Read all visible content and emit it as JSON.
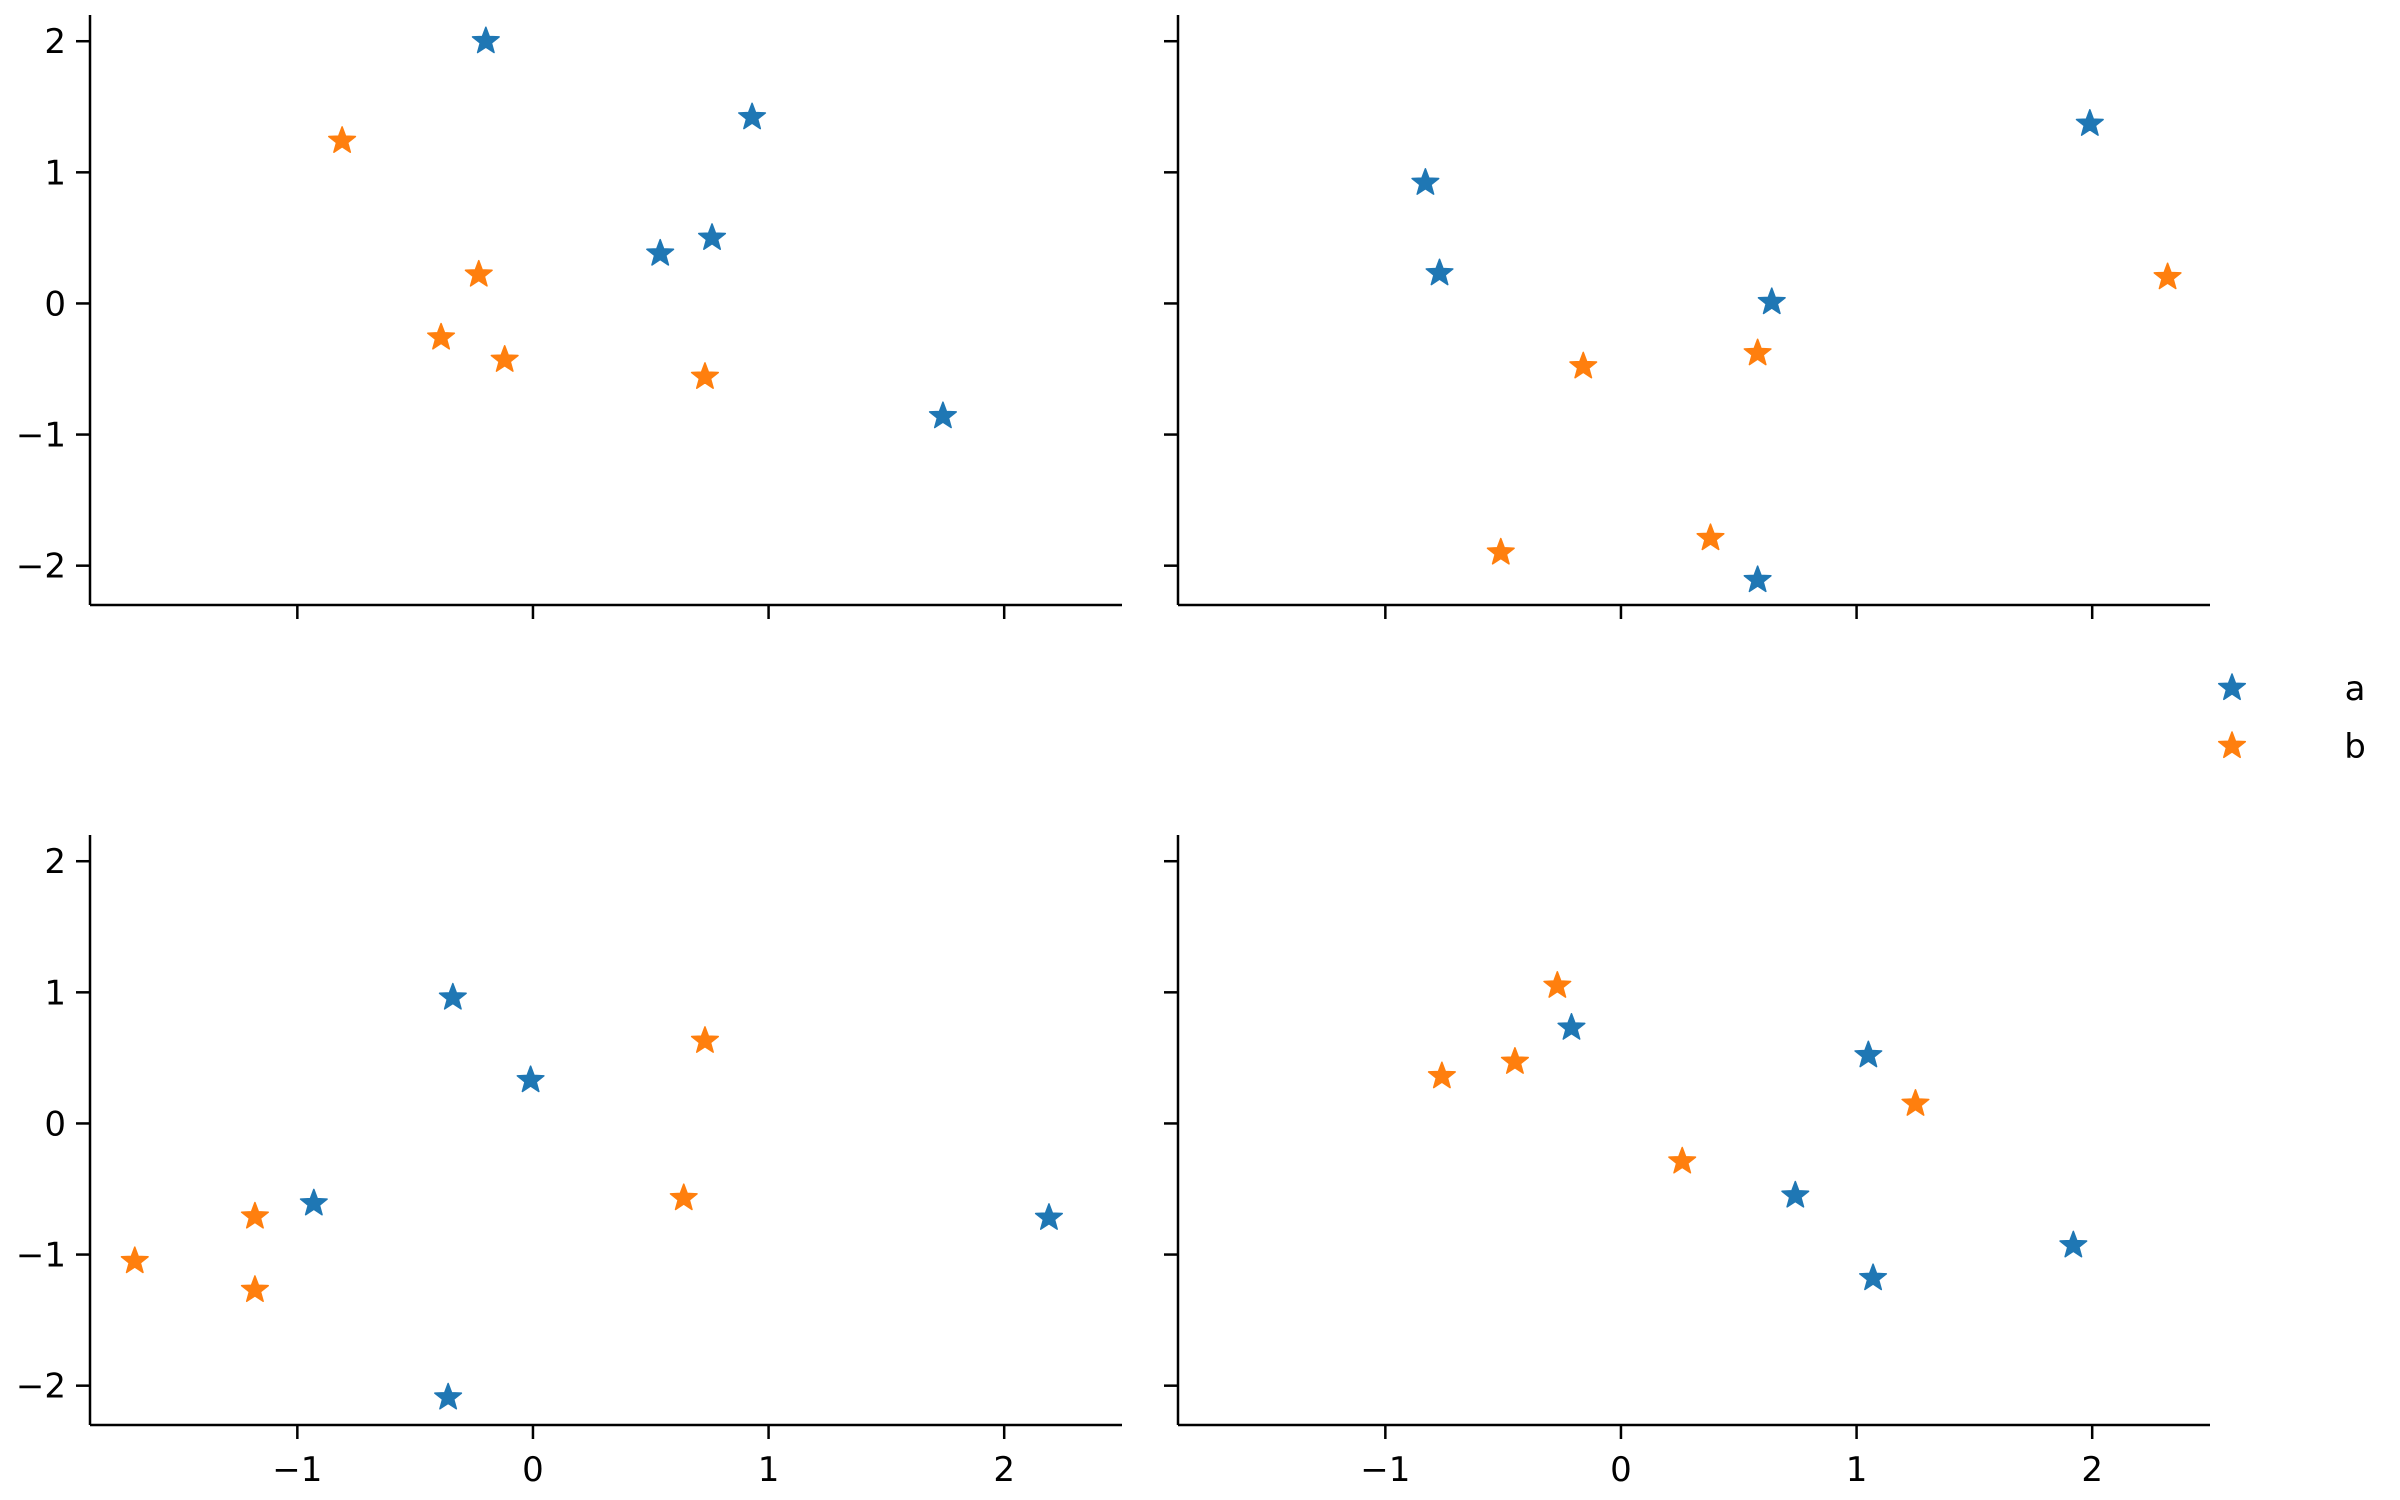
{
  "chart_data": {
    "type": "scatter",
    "layout": "2x2 subplots, shared x and y axes",
    "marker": "star",
    "xlim": [
      -1.88,
      2.5
    ],
    "ylim": [
      -2.3,
      2.2
    ],
    "xticks": [
      -1,
      0,
      1,
      2
    ],
    "xtick_labels": [
      "−1",
      "0",
      "1",
      "2"
    ],
    "yticks": [
      2,
      1,
      0,
      -1,
      -2
    ],
    "ytick_labels": [
      "2",
      "1",
      "0",
      "−1",
      "−2"
    ],
    "grid": false,
    "spines": "left and bottom only",
    "legend": {
      "placement": "right",
      "entries": [
        {
          "label": "a",
          "color": "#1f77b4"
        },
        {
          "label": "b",
          "color": "#ff7f0e"
        }
      ]
    },
    "subplots": [
      {
        "position": "top-left",
        "series": [
          {
            "name": "a",
            "color": "#1f77b4",
            "points": [
              [
                -0.2,
                2.0
              ],
              [
                0.93,
                1.42
              ],
              [
                0.76,
                0.5
              ],
              [
                0.54,
                0.38
              ],
              [
                1.74,
                -0.86
              ]
            ]
          },
          {
            "name": "b",
            "color": "#ff7f0e",
            "points": [
              [
                -0.81,
                1.24
              ],
              [
                -0.23,
                0.22
              ],
              [
                -0.39,
                -0.26
              ],
              [
                -0.12,
                -0.43
              ],
              [
                0.73,
                -0.56
              ]
            ]
          }
        ]
      },
      {
        "position": "top-right",
        "series": [
          {
            "name": "a",
            "color": "#1f77b4",
            "points": [
              [
                -0.83,
                0.92
              ],
              [
                -0.77,
                0.23
              ],
              [
                0.64,
                0.01
              ],
              [
                1.99,
                1.37
              ],
              [
                0.58,
                -2.11
              ]
            ]
          },
          {
            "name": "b",
            "color": "#ff7f0e",
            "points": [
              [
                -0.16,
                -0.48
              ],
              [
                0.58,
                -0.38
              ],
              [
                2.32,
                0.2
              ],
              [
                -0.51,
                -1.9
              ],
              [
                0.38,
                -1.79
              ]
            ]
          }
        ]
      },
      {
        "position": "bottom-left",
        "series": [
          {
            "name": "a",
            "color": "#1f77b4",
            "points": [
              [
                -0.34,
                0.96
              ],
              [
                -0.01,
                0.33
              ],
              [
                -0.93,
                -0.61
              ],
              [
                2.19,
                -0.72
              ],
              [
                -0.36,
                -2.09
              ]
            ]
          },
          {
            "name": "b",
            "color": "#ff7f0e",
            "points": [
              [
                0.73,
                0.63
              ],
              [
                0.64,
                -0.57
              ],
              [
                -1.18,
                -0.71
              ],
              [
                -1.69,
                -1.05
              ],
              [
                -1.18,
                -1.27
              ]
            ]
          }
        ]
      },
      {
        "position": "bottom-right",
        "series": [
          {
            "name": "a",
            "color": "#1f77b4",
            "points": [
              [
                -0.21,
                0.73
              ],
              [
                1.05,
                0.52
              ],
              [
                0.74,
                -0.55
              ],
              [
                1.92,
                -0.93
              ],
              [
                1.07,
                -1.18
              ]
            ]
          },
          {
            "name": "b",
            "color": "#ff7f0e",
            "points": [
              [
                -0.27,
                1.05
              ],
              [
                -0.45,
                0.47
              ],
              [
                -0.76,
                0.36
              ],
              [
                1.25,
                0.15
              ],
              [
                0.26,
                -0.29
              ]
            ]
          }
        ]
      }
    ]
  }
}
